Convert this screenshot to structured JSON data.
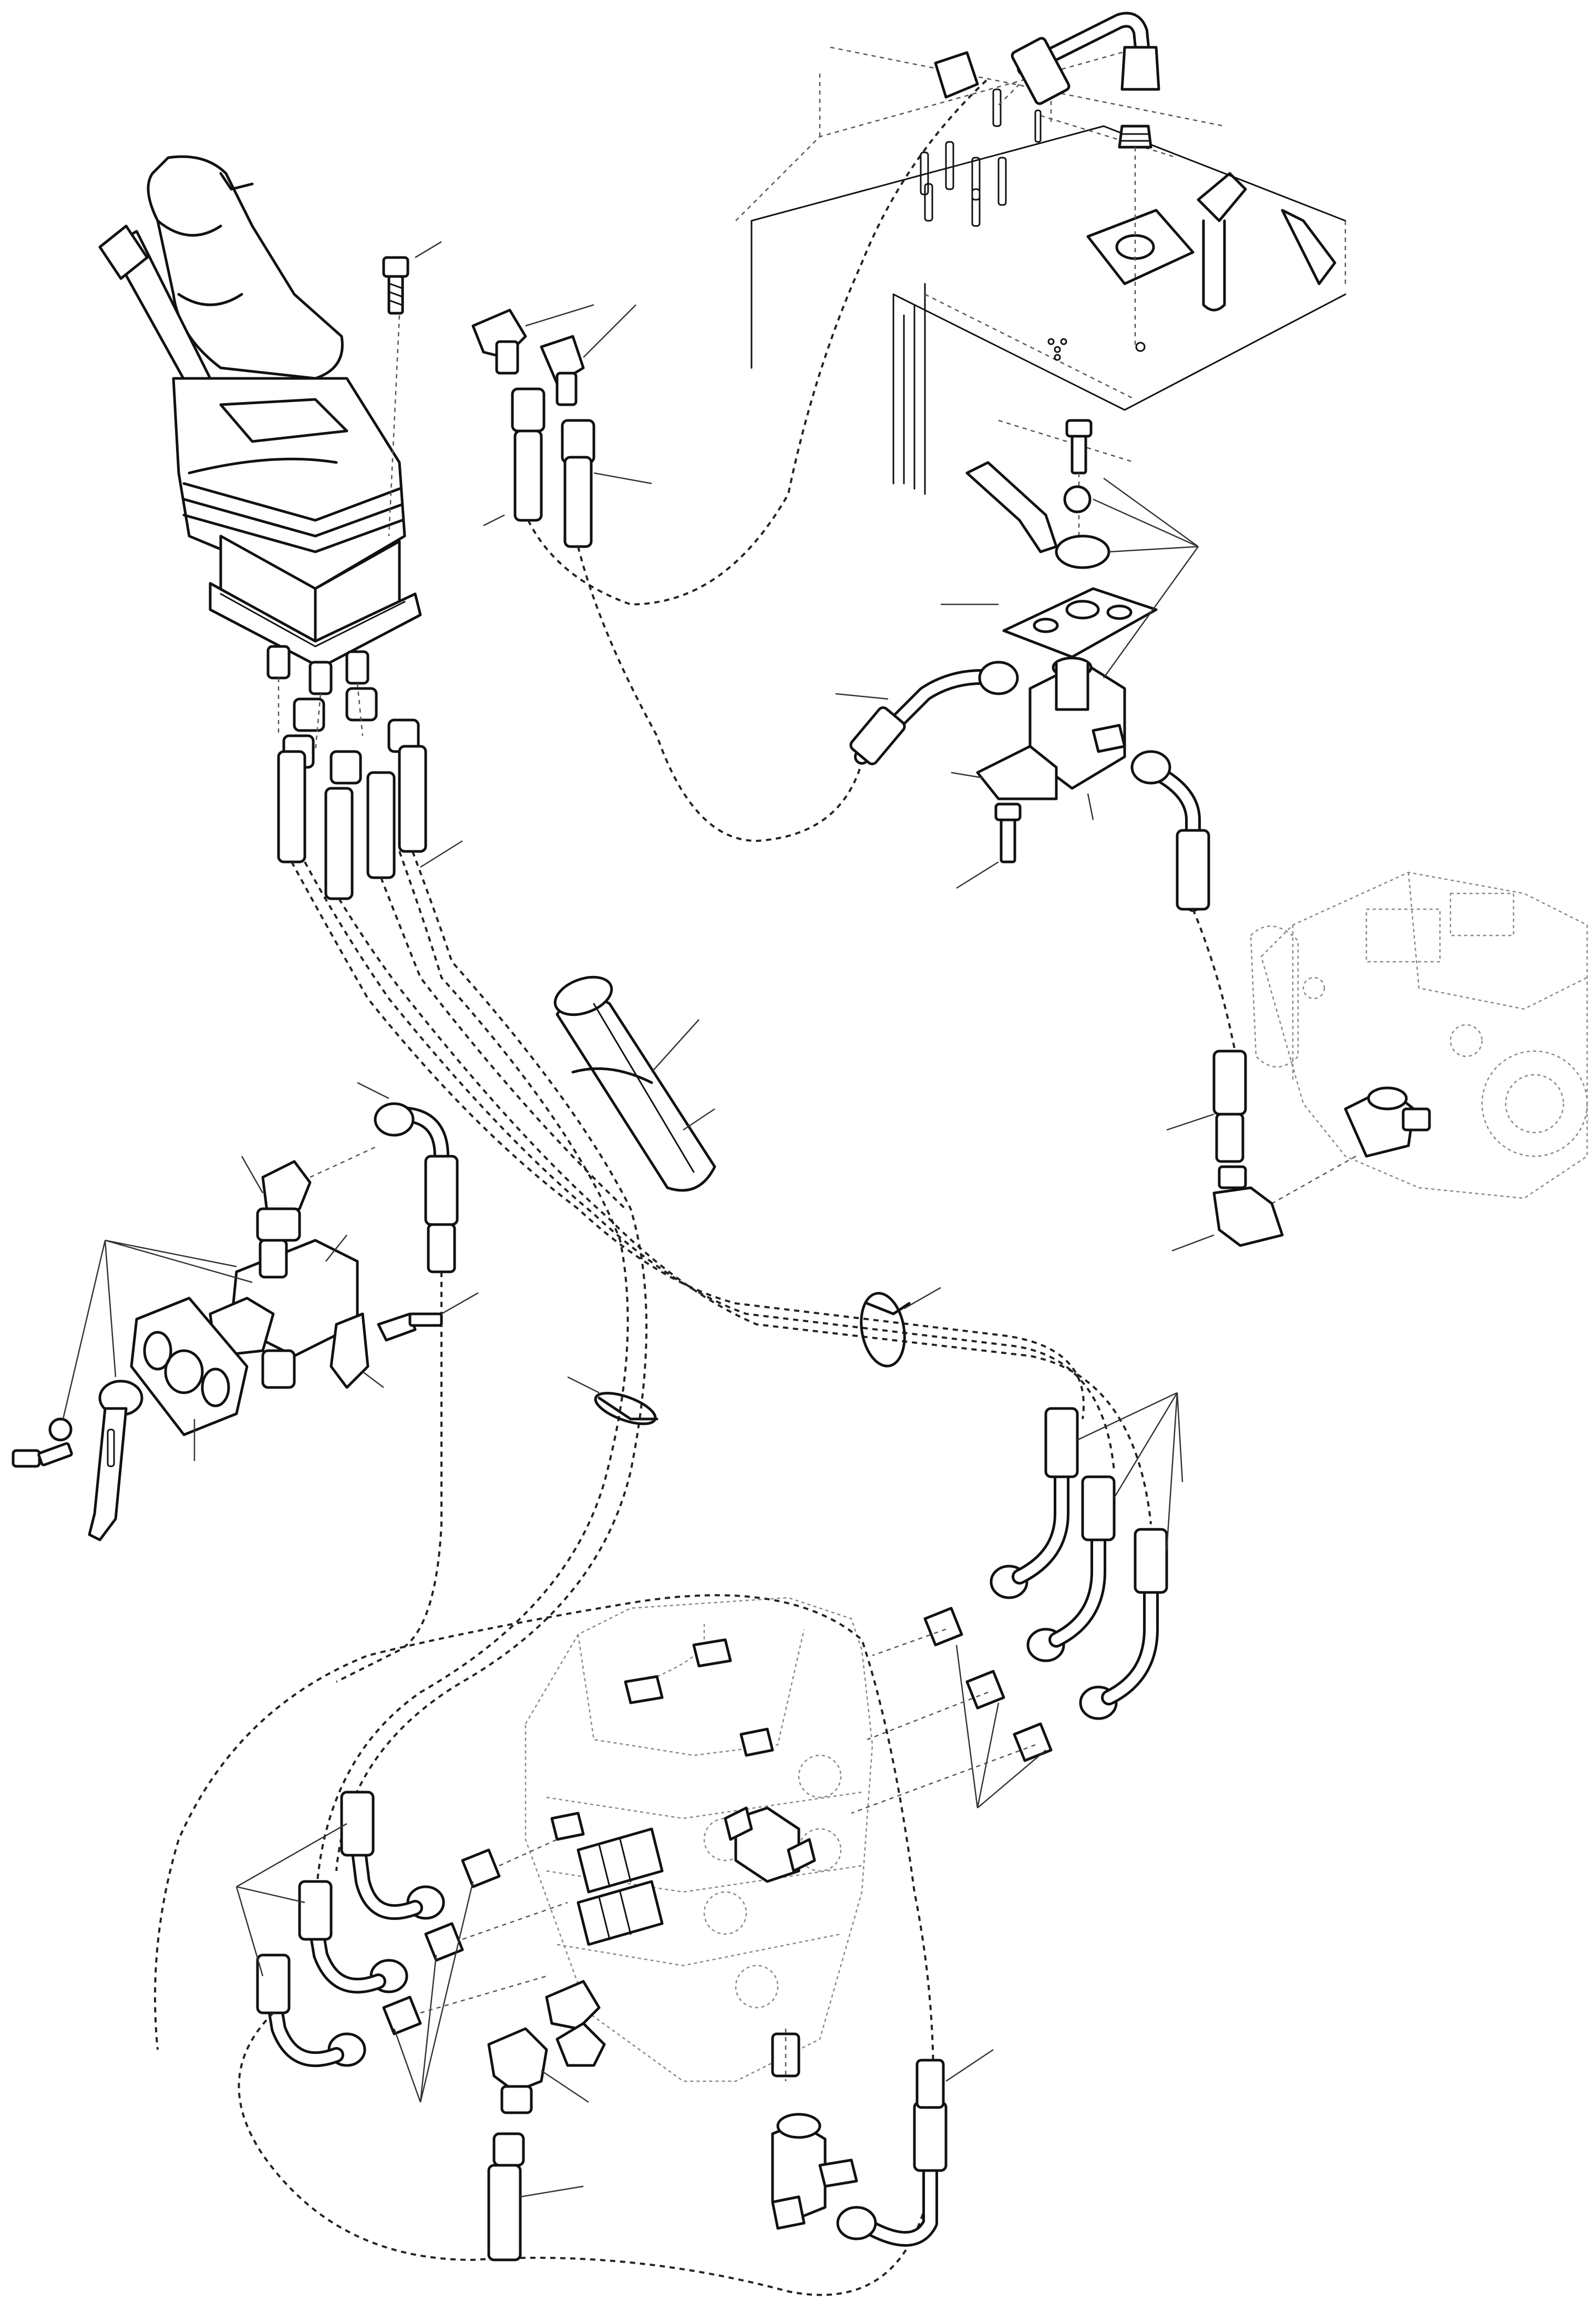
{
  "diagram": {
    "kind": "exploded hydraulic parts drawing",
    "ink_color": "#111111",
    "background_color": "#ffffff",
    "text_labels": []
  },
  "components": [
    {
      "id": "joystick-control-unit",
      "icon": "joystick-icon"
    },
    {
      "id": "joystick-mounting-bolt",
      "icon": "bolt-icon"
    },
    {
      "id": "joystick-gasket-plate",
      "icon": "plate-icon"
    },
    {
      "id": "joystick-port-fittings",
      "icon": "fitting-icon"
    },
    {
      "id": "joystick-pilot-hose-bundle",
      "icon": "hose-icon"
    },
    {
      "id": "upper-elbow-fittings",
      "icon": "elbow-fitting-icon"
    },
    {
      "id": "upper-hose-pair",
      "icon": "hose-icon"
    },
    {
      "id": "tank-frame-section",
      "icon": "tank-icon"
    },
    {
      "id": "tank-top-hose",
      "icon": "hose-icon"
    },
    {
      "id": "tank-adapter-fitting",
      "icon": "fitting-icon"
    },
    {
      "id": "upper-selector-valve",
      "icon": "valve-icon"
    },
    {
      "id": "upper-selector-lever",
      "icon": "lever-icon"
    },
    {
      "id": "upper-valve-bracket-plate",
      "icon": "plate-icon"
    },
    {
      "id": "upper-valve-hose-left",
      "icon": "hose-icon"
    },
    {
      "id": "upper-valve-hose-right",
      "icon": "hose-icon"
    },
    {
      "id": "upper-valve-bolt",
      "icon": "bolt-icon"
    },
    {
      "id": "hydraulic-pump-ghost",
      "icon": "pump-icon"
    },
    {
      "id": "pump-tee-fitting",
      "icon": "tee-fitting-icon"
    },
    {
      "id": "pump-elbow-fitting",
      "icon": "elbow-fitting-icon"
    },
    {
      "id": "pump-hose",
      "icon": "hose-icon"
    },
    {
      "id": "protective-sleeve",
      "icon": "sleeve-icon"
    },
    {
      "id": "hose-clamp-mid",
      "icon": "clamp-icon"
    },
    {
      "id": "hose-clamp-right",
      "icon": "clamp-icon"
    },
    {
      "id": "left-selector-valve",
      "icon": "valve-icon"
    },
    {
      "id": "left-selector-lever",
      "icon": "lever-icon"
    },
    {
      "id": "left-valve-plate",
      "icon": "plate-icon"
    },
    {
      "id": "left-valve-bolt",
      "icon": "bolt-icon"
    },
    {
      "id": "left-valve-hose",
      "icon": "hose-icon"
    },
    {
      "id": "left-elbow-fitting",
      "icon": "elbow-fitting-icon"
    },
    {
      "id": "main-control-valve-block",
      "icon": "control-valve-icon"
    },
    {
      "id": "right-pilot-hoses",
      "icon": "hose-icon"
    },
    {
      "id": "left-pilot-hoses",
      "icon": "hose-icon"
    },
    {
      "id": "bottom-tee-fitting",
      "icon": "tee-fitting-icon"
    },
    {
      "id": "bottom-right-hose",
      "icon": "hose-icon"
    },
    {
      "id": "bottom-left-hose",
      "icon": "hose-icon"
    },
    {
      "id": "bottom-elbow-fitting",
      "icon": "elbow-fitting-icon"
    }
  ]
}
